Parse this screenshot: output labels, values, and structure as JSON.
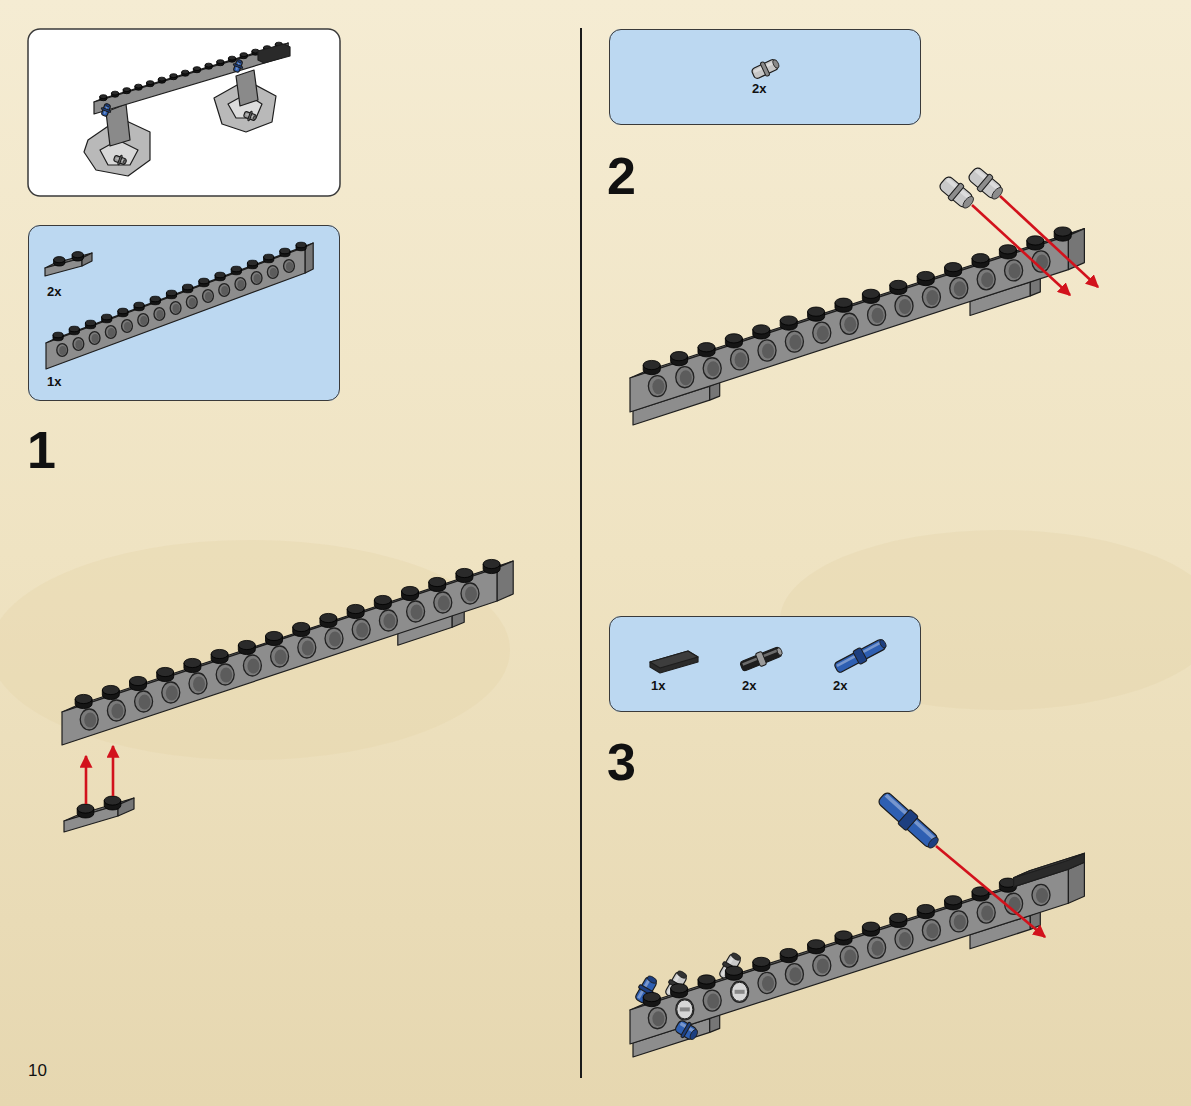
{
  "diagram": {
    "nodes": [
      {
        "text": [
          "2x",
          "1x"
        ]
      },
      {
        "text": [
          "2x"
        ]
      },
      {
        "text": [
          "1x",
          "2x",
          "2x"
        ]
      }
    ],
    "labels": [
      "1",
      "2",
      "3",
      "10"
    ]
  }
}
